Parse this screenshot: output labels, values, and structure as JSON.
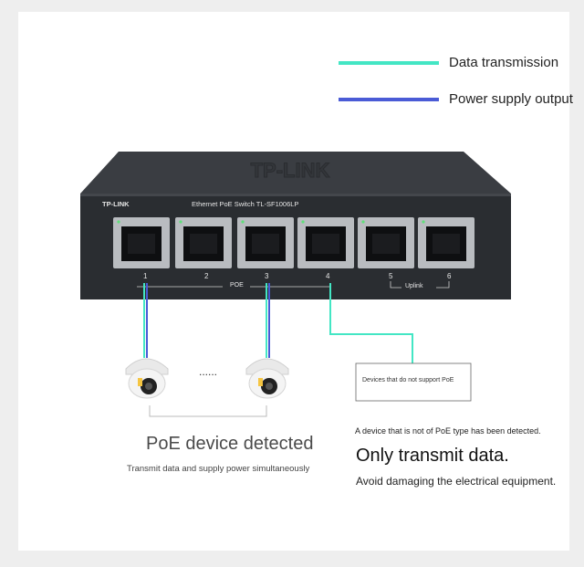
{
  "legend": {
    "data_label": "Data transmission",
    "power_label": "Power supply output",
    "data_color": "#43e6c4",
    "power_color": "#4a5bd6"
  },
  "switch": {
    "brand": "TP-LINK",
    "model": "Ethernet PoE Switch TL-SF1006LP",
    "top_logo": "TP-LINK",
    "ports": [
      "1",
      "2",
      "3",
      "4",
      "5",
      "6"
    ],
    "poe_label": "POE",
    "uplink_label": "Uplink",
    "body_color": "#2a2d31"
  },
  "cameras": {
    "ellipsis": "......"
  },
  "non_poe_box": {
    "label": "Devices that do not support PoE"
  },
  "left_caption": {
    "title": "PoE device detected",
    "subtitle": "Transmit data and supply power simultaneously"
  },
  "right_caption": {
    "note": "A device that is not of PoE type has been detected.",
    "title": "Only transmit data.",
    "subtitle": "Avoid damaging the electrical equipment."
  }
}
